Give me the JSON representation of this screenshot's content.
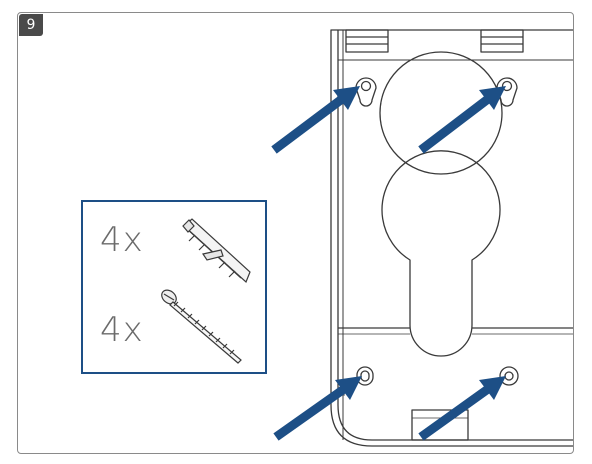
{
  "step": {
    "number": "9"
  },
  "parts": [
    {
      "quantity": "4x",
      "icon": "wall-plug-icon"
    },
    {
      "quantity": "4x",
      "icon": "screw-icon"
    }
  ],
  "colors": {
    "arrow": "#1d4f86",
    "frame": "#8a8a8a",
    "outline": "#3a3a3a",
    "badge": "#4a4a4a"
  }
}
